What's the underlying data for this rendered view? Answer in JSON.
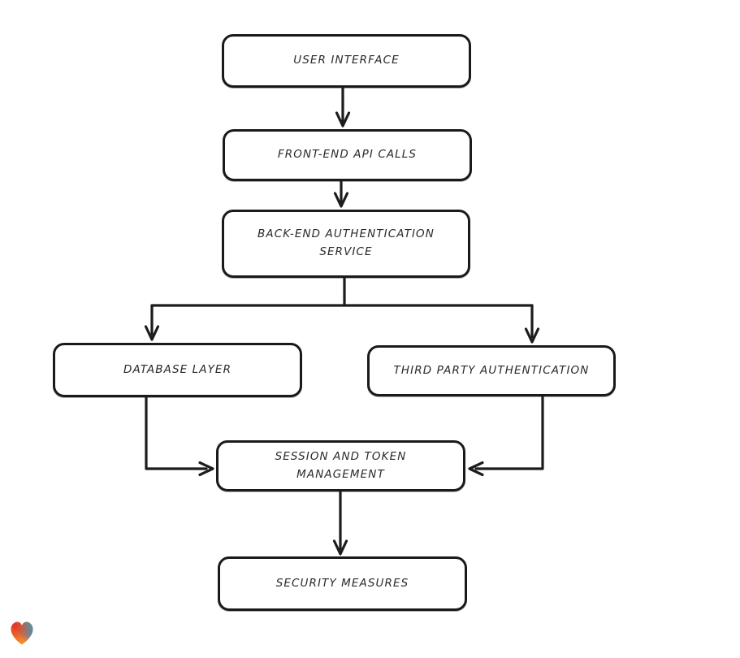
{
  "diagram": {
    "nodes": [
      {
        "id": "user-interface",
        "label": "USER INTERFACE"
      },
      {
        "id": "front-end-api-calls",
        "label": "FRONT-END API CALLS"
      },
      {
        "id": "back-end-auth-service",
        "label": "BACK-END AUTHENTICATION SERVICE"
      },
      {
        "id": "database-layer",
        "label": "DATABASE LAYER"
      },
      {
        "id": "third-party-authentication",
        "label": "THIRD PARTY AUTHENTICATION"
      },
      {
        "id": "session-token-management",
        "label": "SESSION AND TOKEN MANAGEMENT"
      },
      {
        "id": "security-measures",
        "label": "SECURITY MEASURES"
      }
    ],
    "edges": [
      {
        "from": "user-interface",
        "to": "front-end-api-calls"
      },
      {
        "from": "front-end-api-calls",
        "to": "back-end-auth-service"
      },
      {
        "from": "back-end-auth-service",
        "to": "database-layer"
      },
      {
        "from": "back-end-auth-service",
        "to": "third-party-authentication"
      },
      {
        "from": "database-layer",
        "to": "session-token-management"
      },
      {
        "from": "third-party-authentication",
        "to": "session-token-management"
      },
      {
        "from": "session-token-management",
        "to": "security-measures"
      }
    ],
    "style": {
      "stroke_color": "#1c1c1c",
      "box_fill": "#ffffff",
      "text_color": "#2a2a2a",
      "background": "#ffffff"
    }
  },
  "logo": {
    "name": "rainbow-heart-logo",
    "colors": {
      "red": "#e53228",
      "teal": "#2ab5c0",
      "blue": "#3a6fd8",
      "orange": "#f39b2d"
    }
  }
}
